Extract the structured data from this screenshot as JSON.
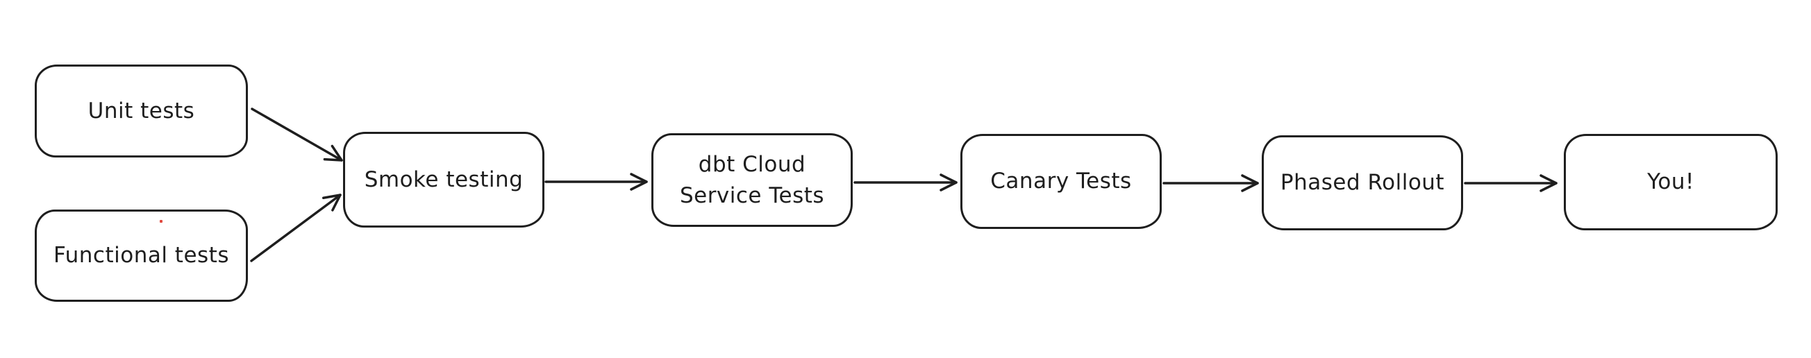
{
  "diagram": {
    "background_color": "#ffffff",
    "stroke_color": "#1e1e1e",
    "text_color": "#1e1e1e",
    "stray_mark_color": "#e0493f",
    "nodes": [
      {
        "id": "unit-tests",
        "label": "Unit tests"
      },
      {
        "id": "functional-tests",
        "label": "Functional tests"
      },
      {
        "id": "smoke-testing",
        "label": "Smoke testing"
      },
      {
        "id": "dbt-cloud-service-tests",
        "label": "dbt Cloud\nService Tests"
      },
      {
        "id": "canary-tests",
        "label": "Canary Tests"
      },
      {
        "id": "phased-rollout",
        "label": "Phased Rollout"
      },
      {
        "id": "you",
        "label": "You!"
      }
    ],
    "edges": [
      {
        "from": "unit-tests",
        "to": "smoke-testing"
      },
      {
        "from": "functional-tests",
        "to": "smoke-testing"
      },
      {
        "from": "smoke-testing",
        "to": "dbt-cloud-service-tests"
      },
      {
        "from": "dbt-cloud-service-tests",
        "to": "canary-tests"
      },
      {
        "from": "canary-tests",
        "to": "phased-rollout"
      },
      {
        "from": "phased-rollout",
        "to": "you"
      }
    ]
  }
}
